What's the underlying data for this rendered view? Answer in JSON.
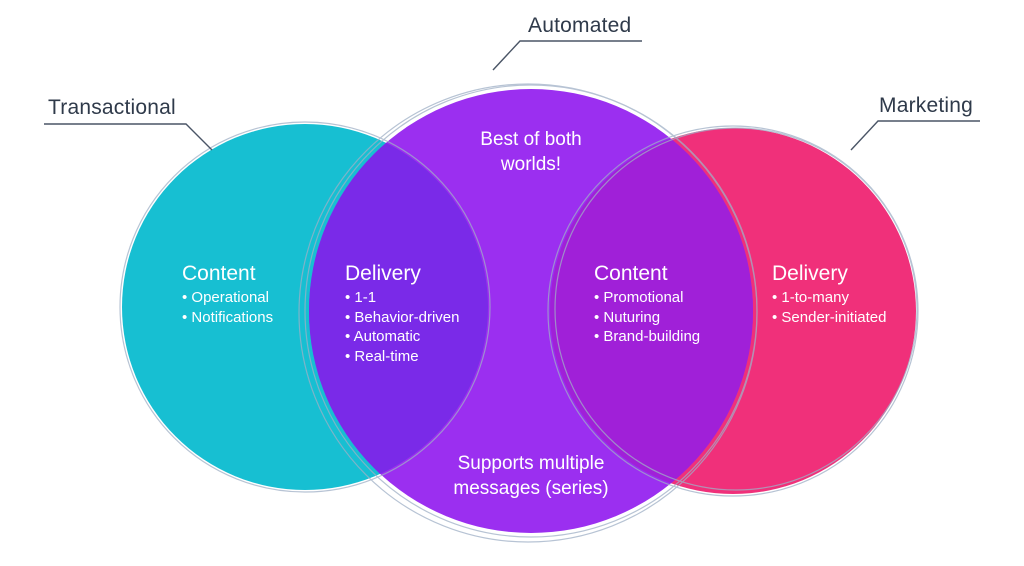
{
  "labels": {
    "transactional": "Transactional",
    "automated": "Automated",
    "marketing": "Marketing"
  },
  "transactional_content": {
    "heading": "Content",
    "items": [
      "• Operational",
      "• Notifications"
    ]
  },
  "automated_delivery": {
    "heading": "Delivery",
    "items": [
      "• 1-1",
      "• Behavior-driven",
      "• Automatic",
      "• Real-time"
    ]
  },
  "automated_content": {
    "heading": "Content",
    "items": [
      "• Promotional",
      "• Nuturing",
      "• Brand-building"
    ]
  },
  "marketing_delivery": {
    "heading": "Delivery",
    "items": [
      "• 1-to-many",
      "• Sender-initiated"
    ]
  },
  "center": {
    "top_line1": "Best of both",
    "top_line2": "worlds!",
    "bottom_line1": "Supports multiple",
    "bottom_line2": "messages (series)"
  },
  "colors": {
    "transactional": "#17bfd2",
    "automated": "#9b2ff0",
    "marketing": "#f0307a",
    "overlap_left": "#7a2ae8",
    "overlap_right": "#a020d8",
    "outline": "#9fb0c6",
    "leader_line": "#4a5566",
    "label_text": "#2f3a4a"
  }
}
